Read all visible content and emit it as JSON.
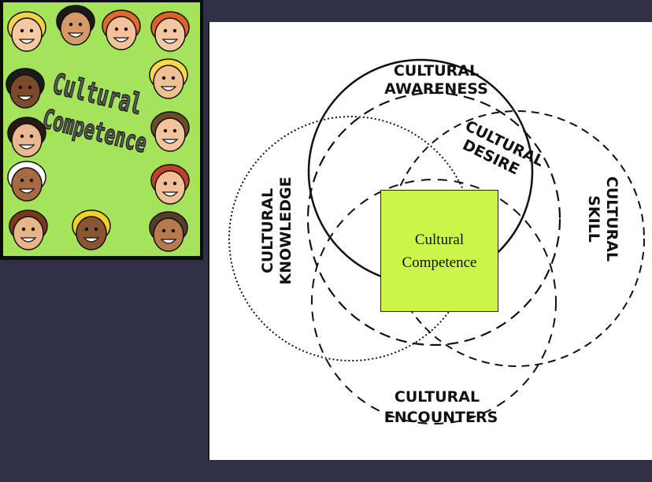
{
  "cover": {
    "title_line1": "Cultural",
    "title_line2": "Competence",
    "faces": [
      "face-icon",
      "face-icon",
      "face-icon",
      "face-icon",
      "face-icon",
      "face-icon",
      "face-icon",
      "face-icon",
      "face-icon",
      "face-icon",
      "face-icon",
      "face-icon",
      "face-icon",
      "face-icon"
    ]
  },
  "diagram": {
    "awareness": [
      "CULTURAL",
      "AWARENESS"
    ],
    "desire": [
      "CULTURAL",
      "DESIRE"
    ],
    "knowledge": [
      "CULTURAL",
      "KNOWLEDGE"
    ],
    "skill": [
      "CULTURAL",
      "SKILL"
    ],
    "encounters": [
      "CULTURAL",
      "ENCOUNTERS"
    ],
    "center": [
      "Cultural",
      "Competence"
    ]
  },
  "colors": {
    "background": "#2e3045",
    "cover_bg": "#a5e35a",
    "center_box": "#ccf54a"
  }
}
